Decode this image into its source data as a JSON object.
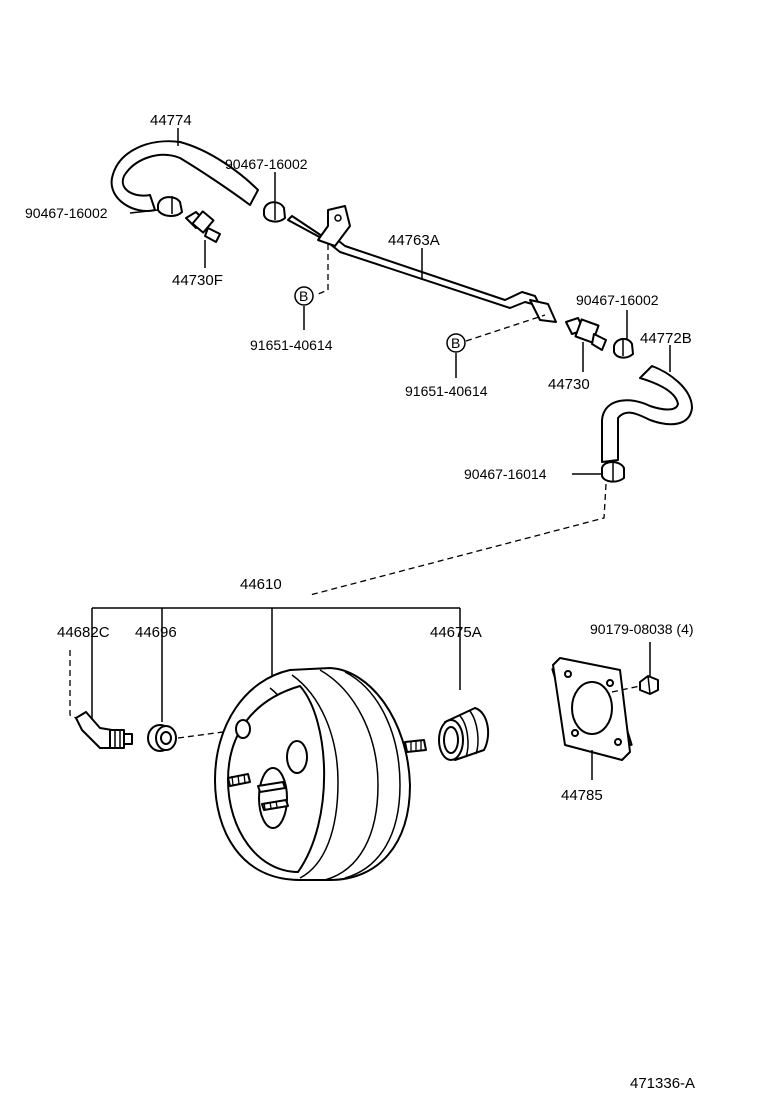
{
  "labels": {
    "hose_upper": "44774",
    "clamp_upper_left": "90467-16002",
    "clamp_upper_mid": "90467-16002",
    "check_valve_upper": "44730F",
    "bolt_left": "91651-40614",
    "tube": "44763A",
    "clamp_right": "90467-16002",
    "hose_right": "44772B",
    "bolt_right": "91651-40614",
    "check_valve_right": "44730",
    "clamp_lower": "90467-16014",
    "booster_assy": "44610",
    "union": "44682C",
    "grommet": "44696",
    "boot": "44675A",
    "nut": "90179-08038 (4)",
    "gasket": "44785",
    "illustration_number": "471336-A"
  },
  "markers": {
    "ref_left": "B",
    "ref_right": "B"
  }
}
